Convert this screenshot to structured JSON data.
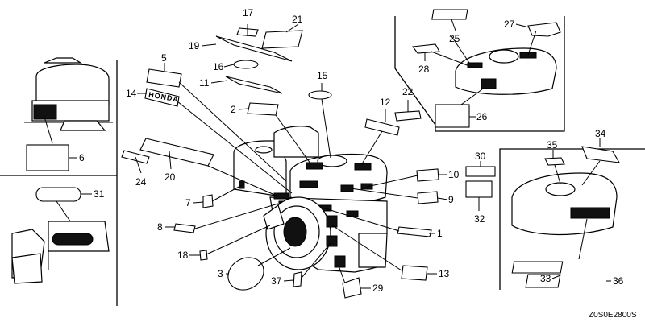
{
  "diagram": {
    "code": "Z0S0E2800S",
    "brand_text": "HONDA",
    "callouts": {
      "n1": "1",
      "n2": "2",
      "n3": "3",
      "n5": "5",
      "n6": "6",
      "n7": "7",
      "n8": "8",
      "n9": "9",
      "n10": "10",
      "n11": "11",
      "n12": "12",
      "n13": "13",
      "n14": "14",
      "n15": "15",
      "n16": "16",
      "n17": "17",
      "n18": "18",
      "n19": "19",
      "n20": "20",
      "n21": "21",
      "n22": "22",
      "n24": "24",
      "n25": "25",
      "n26": "26",
      "n27": "27",
      "n28": "28",
      "n29": "29",
      "n30": "30",
      "n31": "31",
      "n32": "32",
      "n33": "33",
      "n34": "34",
      "n35": "35",
      "n36": "36",
      "n37": "37"
    }
  }
}
